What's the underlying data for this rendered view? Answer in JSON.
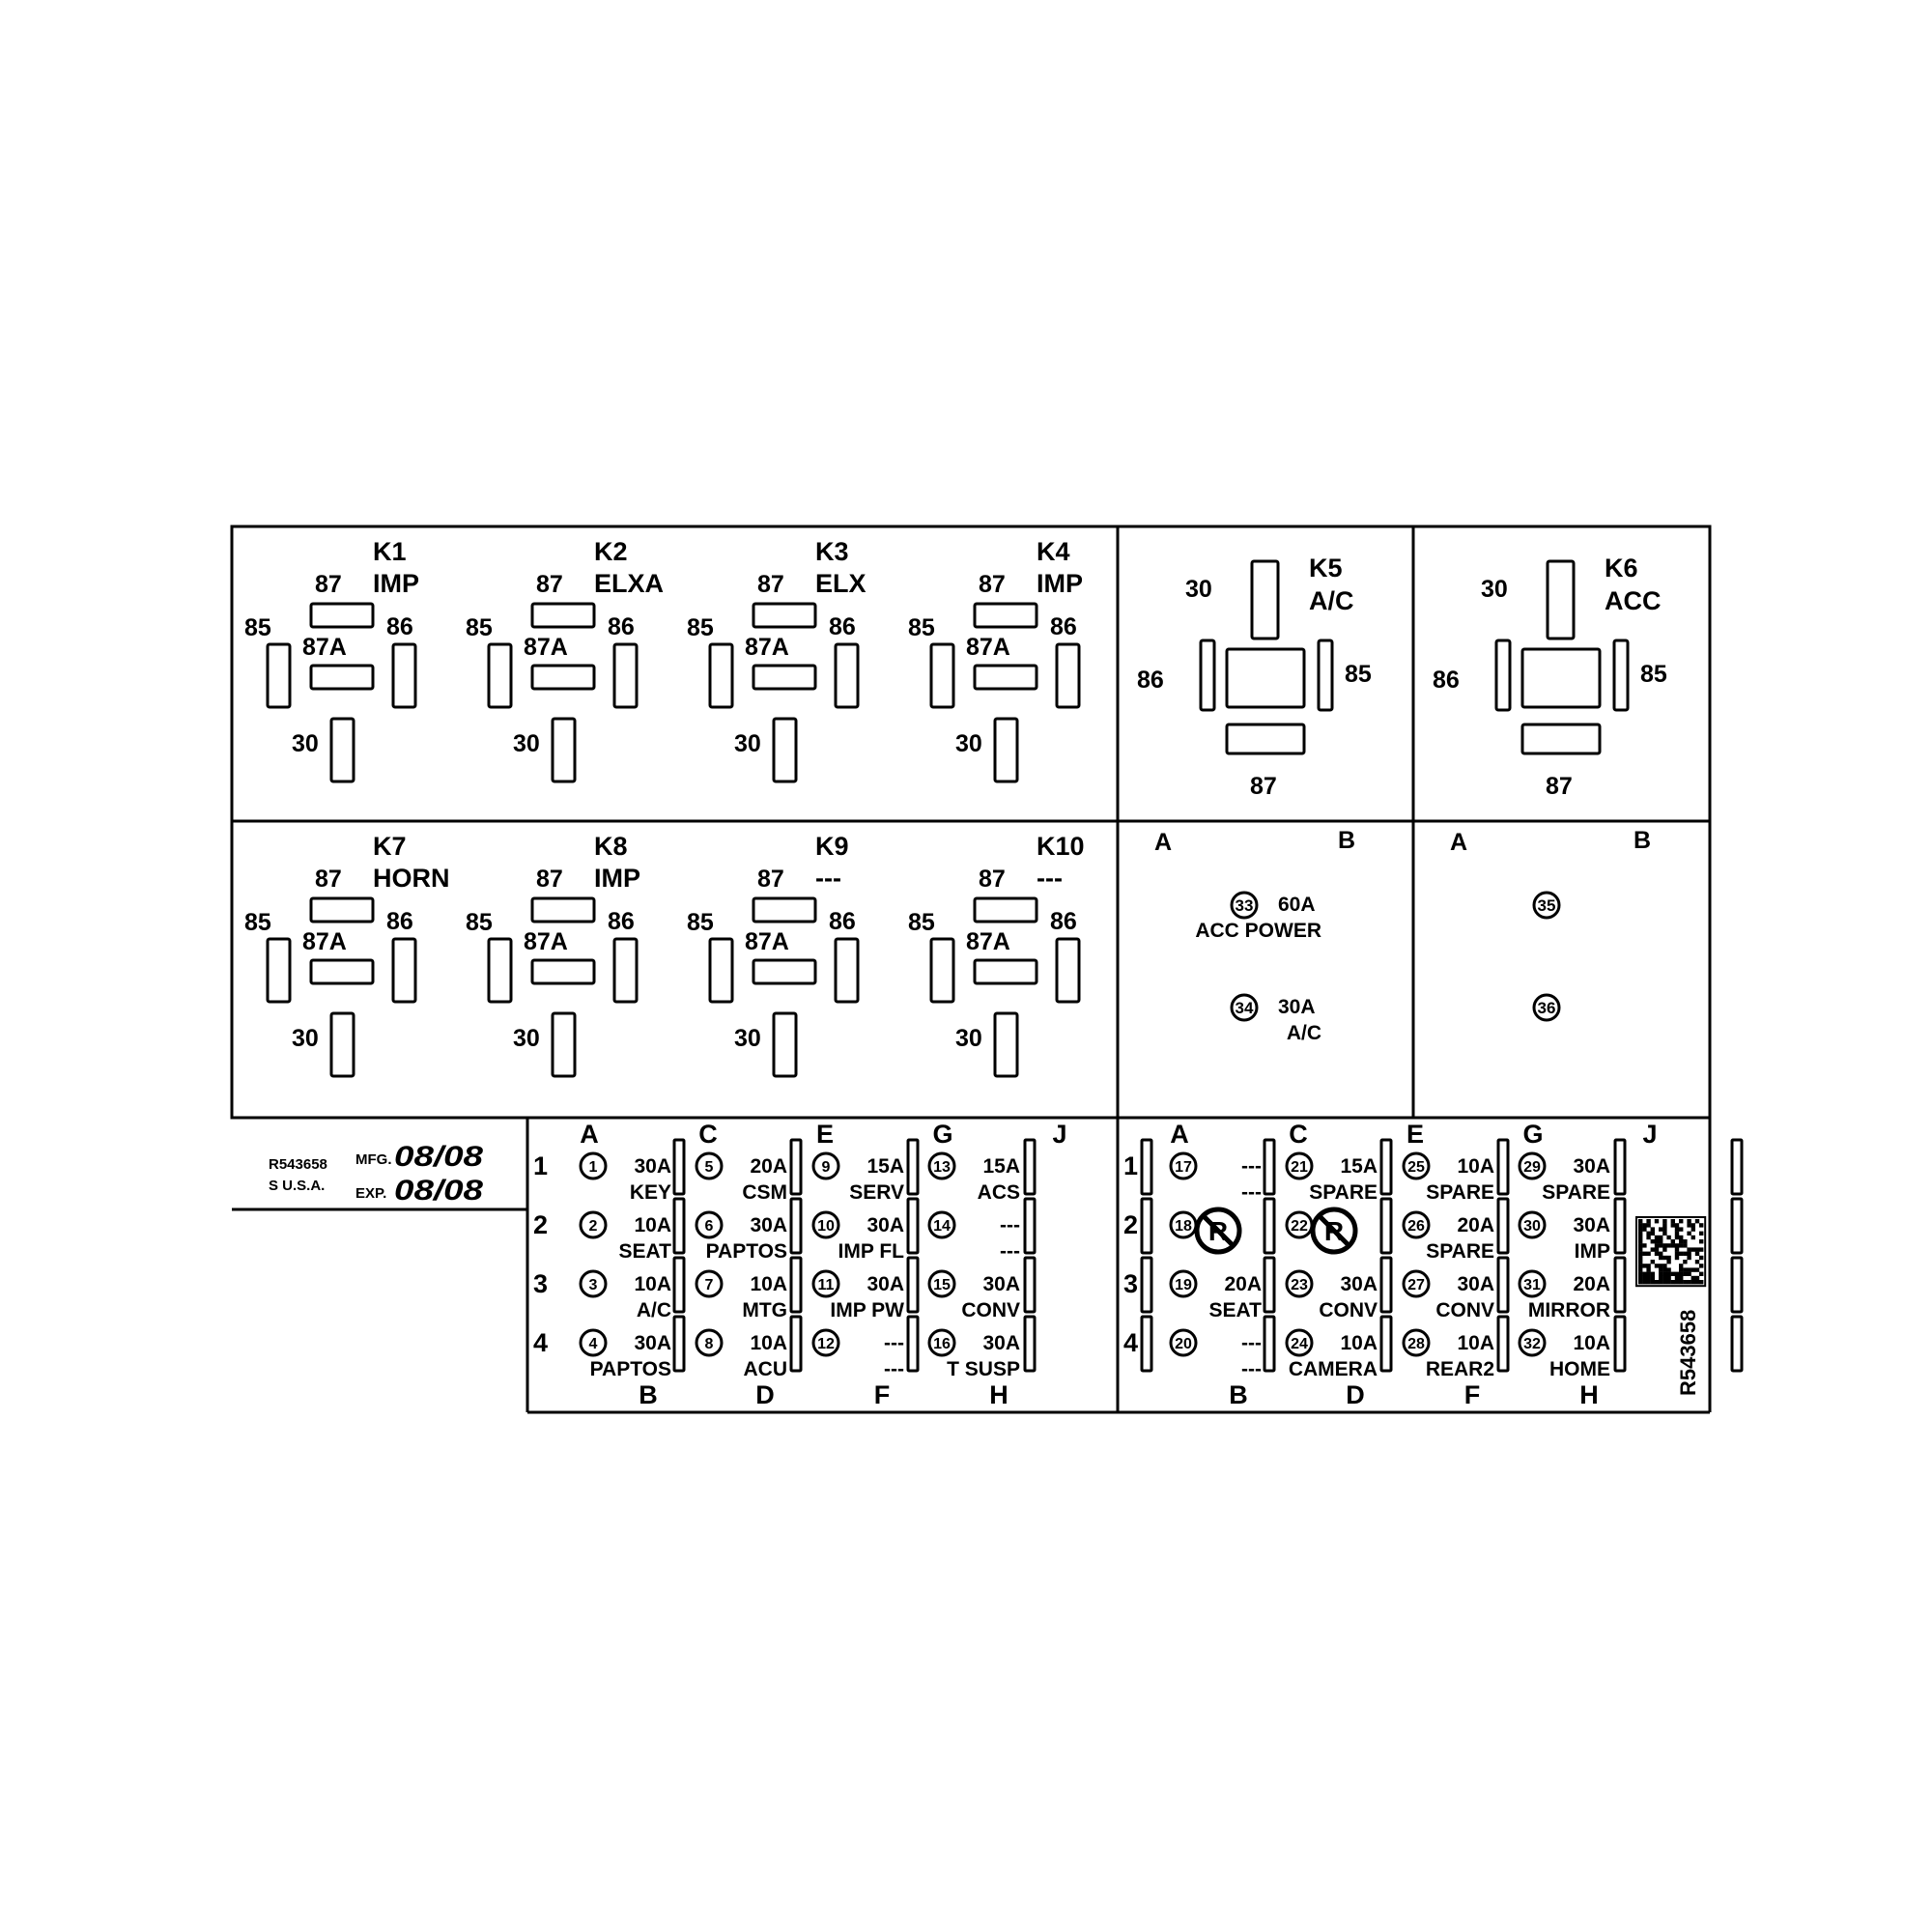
{
  "relays_small": [
    {
      "id": "K1",
      "name": "IMP",
      "pins": {
        "p87": "87",
        "p85": "85",
        "p86": "86",
        "p87a": "87A",
        "p30": "30"
      }
    },
    {
      "id": "K2",
      "name": "ELXA",
      "pins": {
        "p87": "87",
        "p85": "85",
        "p86": "86",
        "p87a": "87A",
        "p30": "30"
      }
    },
    {
      "id": "K3",
      "name": "ELX",
      "pins": {
        "p87": "87",
        "p85": "85",
        "p86": "86",
        "p87a": "87A",
        "p30": "30"
      }
    },
    {
      "id": "K4",
      "name": "IMP",
      "pins": {
        "p87": "87",
        "p85": "85",
        "p86": "86",
        "p87a": "87A",
        "p30": "30"
      }
    },
    {
      "id": "K7",
      "name": "HORN",
      "pins": {
        "p87": "87",
        "p85": "85",
        "p86": "86",
        "p87a": "87A",
        "p30": "30"
      }
    },
    {
      "id": "K8",
      "name": "IMP",
      "pins": {
        "p87": "87",
        "p85": "85",
        "p86": "86",
        "p87a": "87A",
        "p30": "30"
      }
    },
    {
      "id": "K9",
      "name": "---",
      "pins": {
        "p87": "87",
        "p85": "85",
        "p86": "86",
        "p87a": "87A",
        "p30": "30"
      }
    },
    {
      "id": "K10",
      "name": "---",
      "pins": {
        "p87": "87",
        "p85": "85",
        "p86": "86",
        "p87a": "87A",
        "p30": "30"
      }
    }
  ],
  "relays_large": [
    {
      "id": "K5",
      "name": "A/C",
      "pins": {
        "p30": "30",
        "p86": "86",
        "p85": "85",
        "p87": "87"
      }
    },
    {
      "id": "K6",
      "name": "ACC",
      "pins": {
        "p30": "30",
        "p86": "86",
        "p85": "85",
        "p87": "87"
      }
    }
  ],
  "maxi_fuse_panels": [
    {
      "col_a": "A",
      "col_b": "B",
      "fuses": [
        {
          "num": "33",
          "amps": "60A",
          "label": "ACC POWER"
        },
        {
          "num": "34",
          "amps": "30A",
          "label": "A/C"
        }
      ]
    },
    {
      "col_a": "A",
      "col_b": "B",
      "fuses": [
        {
          "num": "35",
          "amps": "",
          "label": ""
        },
        {
          "num": "36",
          "amps": "",
          "label": ""
        }
      ]
    }
  ],
  "label_block": {
    "part_number": "R543658",
    "country": "S U.S.A.",
    "mfg_label": "MFG.",
    "mfg_date": "08/08",
    "exp_label": "EXP.",
    "exp_date": "08/08"
  },
  "fuse_panels": [
    {
      "top_letters": [
        "A",
        "C",
        "E",
        "G",
        "J"
      ],
      "bottom_letters": [
        "B",
        "D",
        "F",
        "H"
      ],
      "rows": [
        "1",
        "2",
        "3",
        "4"
      ],
      "fuses": [
        {
          "num": "1",
          "amps": "30A",
          "label": "KEY"
        },
        {
          "num": "2",
          "amps": "10A",
          "label": "SEAT"
        },
        {
          "num": "3",
          "amps": "10A",
          "label": "A/C"
        },
        {
          "num": "4",
          "amps": "30A",
          "label": "PAPTOS"
        },
        {
          "num": "5",
          "amps": "20A",
          "label": "CSM"
        },
        {
          "num": "6",
          "amps": "30A",
          "label": "PAPTOS"
        },
        {
          "num": "7",
          "amps": "10A",
          "label": "MTG"
        },
        {
          "num": "8",
          "amps": "10A",
          "label": "ACU"
        },
        {
          "num": "9",
          "amps": "15A",
          "label": "SERV"
        },
        {
          "num": "10",
          "amps": "30A",
          "label": "IMP FL"
        },
        {
          "num": "11",
          "amps": "30A",
          "label": "IMP PW"
        },
        {
          "num": "12",
          "amps": "---",
          "label": "---"
        },
        {
          "num": "13",
          "amps": "15A",
          "label": "ACS"
        },
        {
          "num": "14",
          "amps": "---",
          "label": "---"
        },
        {
          "num": "15",
          "amps": "30A",
          "label": "CONV"
        },
        {
          "num": "16",
          "amps": "30A",
          "label": "T SUSP"
        }
      ]
    },
    {
      "top_letters": [
        "A",
        "C",
        "E",
        "G",
        "J"
      ],
      "bottom_letters": [
        "B",
        "D",
        "F",
        "H"
      ],
      "rows": [
        "1",
        "2",
        "3",
        "4"
      ],
      "fuses": [
        {
          "num": "17",
          "amps": "---",
          "label": "---"
        },
        {
          "num": "18",
          "amps": "",
          "label": ""
        },
        {
          "num": "19",
          "amps": "20A",
          "label": "SEAT"
        },
        {
          "num": "20",
          "amps": "---",
          "label": "---"
        },
        {
          "num": "21",
          "amps": "15A",
          "label": "SPARE"
        },
        {
          "num": "22",
          "amps": "",
          "label": ""
        },
        {
          "num": "23",
          "amps": "30A",
          "label": "CONV"
        },
        {
          "num": "24",
          "amps": "10A",
          "label": "CAMERA"
        },
        {
          "num": "25",
          "amps": "10A",
          "label": "SPARE"
        },
        {
          "num": "26",
          "amps": "20A",
          "label": "SPARE"
        },
        {
          "num": "27",
          "amps": "30A",
          "label": "CONV"
        },
        {
          "num": "28",
          "amps": "10A",
          "label": "REAR2"
        },
        {
          "num": "29",
          "amps": "30A",
          "label": "SPARE"
        },
        {
          "num": "30",
          "amps": "30A",
          "label": "IMP"
        },
        {
          "num": "31",
          "amps": "20A",
          "label": "MIRROR"
        },
        {
          "num": "32",
          "amps": "10A",
          "label": "HOME"
        }
      ],
      "blocked_positions": [
        {
          "fuse": "18",
          "symbol": "R"
        },
        {
          "fuse": "22",
          "symbol": "R"
        }
      ]
    }
  ],
  "vertical_part_number": "R543658"
}
